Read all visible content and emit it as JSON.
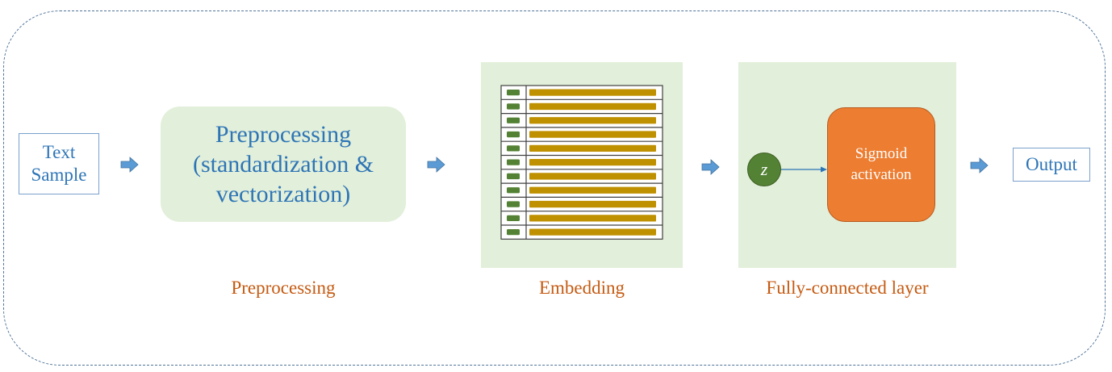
{
  "input": {
    "line1": "Text",
    "line2": "Sample"
  },
  "preprocessing_box": {
    "line1": "Preprocessing",
    "line2": "(standardization &",
    "line3": "vectorization)"
  },
  "captions": {
    "preprocessing": "Preprocessing",
    "embedding": "Embedding",
    "fully_connected": "Fully-connected layer"
  },
  "embedding_table": {
    "rows": 11
  },
  "fc_layer": {
    "node_label": "z",
    "activation_line1": "Sigmoid",
    "activation_line2": "activation"
  },
  "output": {
    "label": "Output"
  },
  "colors": {
    "frame": "#4f7398",
    "panel_fill": "#e2efda",
    "text_blue": "#2e75b6",
    "caption_orange": "#c55a11",
    "arrow": "#5b9bd5",
    "sigmoid_fill": "#ed7d31",
    "node_green": "#548235",
    "embedding_bar": "#bf9000",
    "embedding_cell": "#548235"
  }
}
